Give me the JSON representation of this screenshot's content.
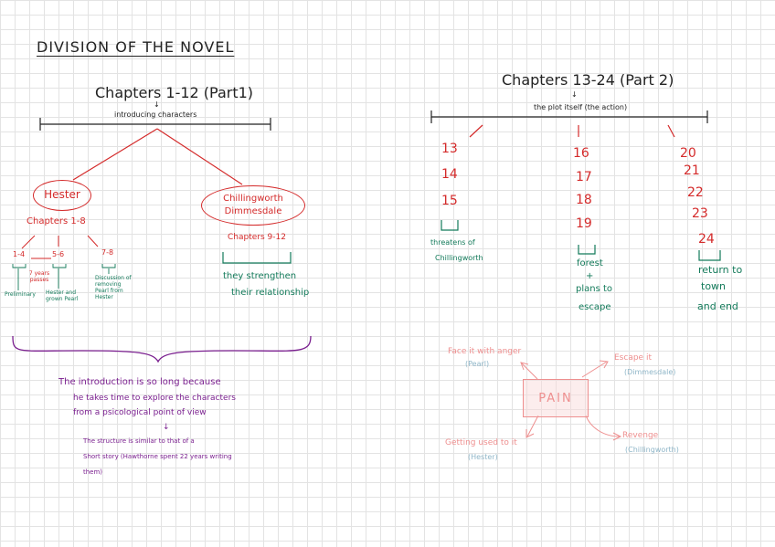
{
  "title": "DIVISION OF THE NOVEL",
  "part1": {
    "heading": "Chapters 1-12 (Part1)",
    "arrow": "↓",
    "subheading": "introducing characters",
    "hester": {
      "name": "Hester",
      "chapters": "Chapters 1-8",
      "ranges": [
        "1-4",
        "5-6",
        "7-8"
      ],
      "years_note": "7 years passes",
      "notes": [
        "Preliminary",
        "Hester and grown Pearl",
        "Discussion of removing Pearl from Hester"
      ]
    },
    "chill": {
      "line1": "Chillingworth",
      "line2": "Dimmesdale",
      "chapters": "Chapters 9-12",
      "note_line1": "they strengthen",
      "note_line2": "their relationship"
    }
  },
  "summary": {
    "line1": "The introduction is so long because",
    "line2": "he takes time to explore the characters",
    "line3": "from a psicological point of view",
    "arrow": "↓",
    "line4": "The structure is similar to that of a",
    "line5": "Short story (Hawthorne spent 22 years writing",
    "line6": "them)"
  },
  "part2": {
    "heading": "Chapters 13-24 (Part 2)",
    "arrow": "↓",
    "subheading": "the plot itself (the action)",
    "col1": [
      "13",
      "14",
      "15"
    ],
    "col1_note": [
      "threatens of",
      "Chillingworth"
    ],
    "col2": [
      "16",
      "17",
      "18",
      "19"
    ],
    "col2_note": [
      "forest",
      "+",
      "plans to",
      "escape"
    ],
    "col3": [
      "20",
      "21",
      "22",
      "23",
      "24"
    ],
    "col3_note": [
      "return to",
      "town",
      "and end"
    ]
  },
  "pain": {
    "center": "PAIN",
    "face": "Face it with anger",
    "face_who": "(Pearl)",
    "escape": "Escape it",
    "escape_who": "(Dimmesdale)",
    "used": "Getting used to it",
    "used_who": "(Hester)",
    "revenge": "Revenge",
    "revenge_who": "(Chillingworth)"
  },
  "colors": {
    "heading_ink": "#1f1f1f",
    "red_ink": "#d42a2a",
    "green_ink": "#137a5a",
    "purple_ink": "#7a1f8f",
    "pink_ink": "#ee8f8f",
    "blue_ink": "#8fb6c8",
    "grid_line": "#e3e3e3"
  }
}
